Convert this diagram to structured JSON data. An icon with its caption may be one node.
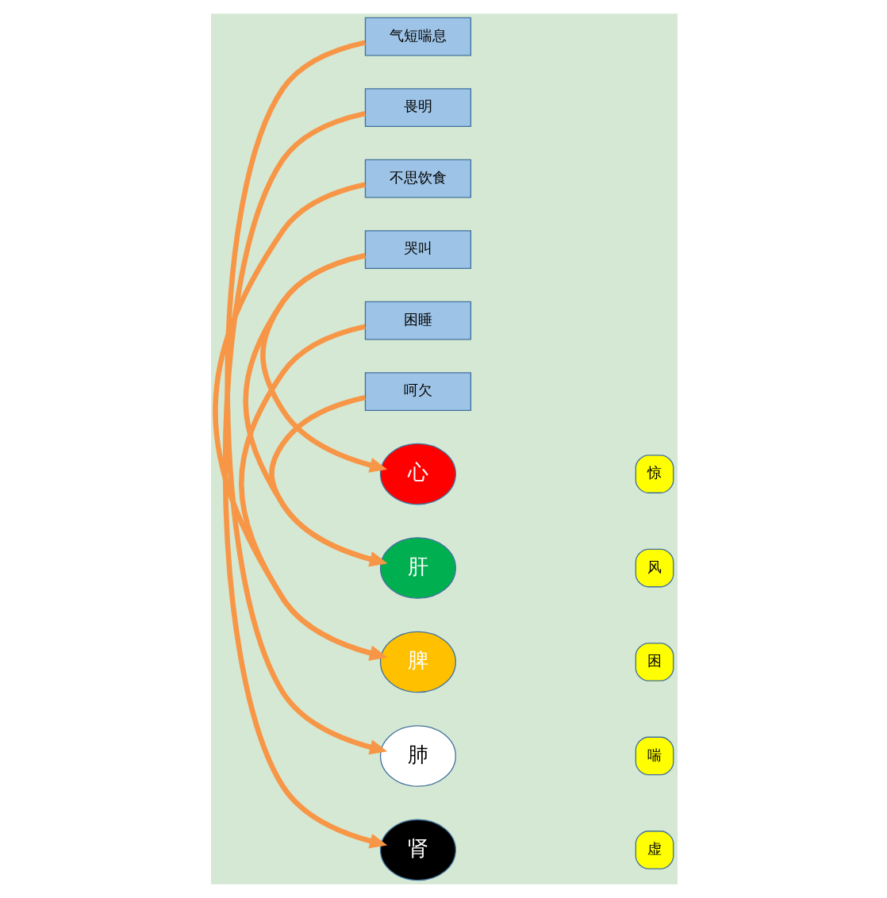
{
  "diagram": {
    "nodes": [
      {
        "text": [
          "气短喘息"
        ]
      },
      {
        "text": [
          "畏明"
        ]
      },
      {
        "text": [
          "不思饮食"
        ]
      },
      {
        "text": [
          "哭叫"
        ]
      },
      {
        "text": [
          "困睡"
        ]
      },
      {
        "text": [
          "呵欠"
        ]
      },
      {
        "text": [
          "心"
        ]
      },
      {
        "text": [
          "惊"
        ]
      },
      {
        "text": [
          "肝"
        ]
      },
      {
        "text": [
          "风"
        ]
      },
      {
        "text": [
          "脾"
        ]
      },
      {
        "text": [
          "困"
        ]
      },
      {
        "text": [
          "肺"
        ]
      },
      {
        "text": [
          "喘"
        ]
      },
      {
        "text": [
          "肾"
        ]
      },
      {
        "text": [
          "虚"
        ]
      }
    ],
    "edges": [
      {
        "from": 0,
        "to": 12,
        "arrow": "to"
      },
      {
        "from": 1,
        "to": 14,
        "arrow": "to"
      },
      {
        "from": 2,
        "to": 10,
        "arrow": "to"
      },
      {
        "from": 3,
        "to": 6,
        "arrow": "to"
      },
      {
        "from": 3,
        "to": 8,
        "arrow": "to"
      },
      {
        "from": 4,
        "to": 10,
        "arrow": "to"
      },
      {
        "from": 5,
        "to": 8,
        "arrow": "to"
      }
    ]
  }
}
